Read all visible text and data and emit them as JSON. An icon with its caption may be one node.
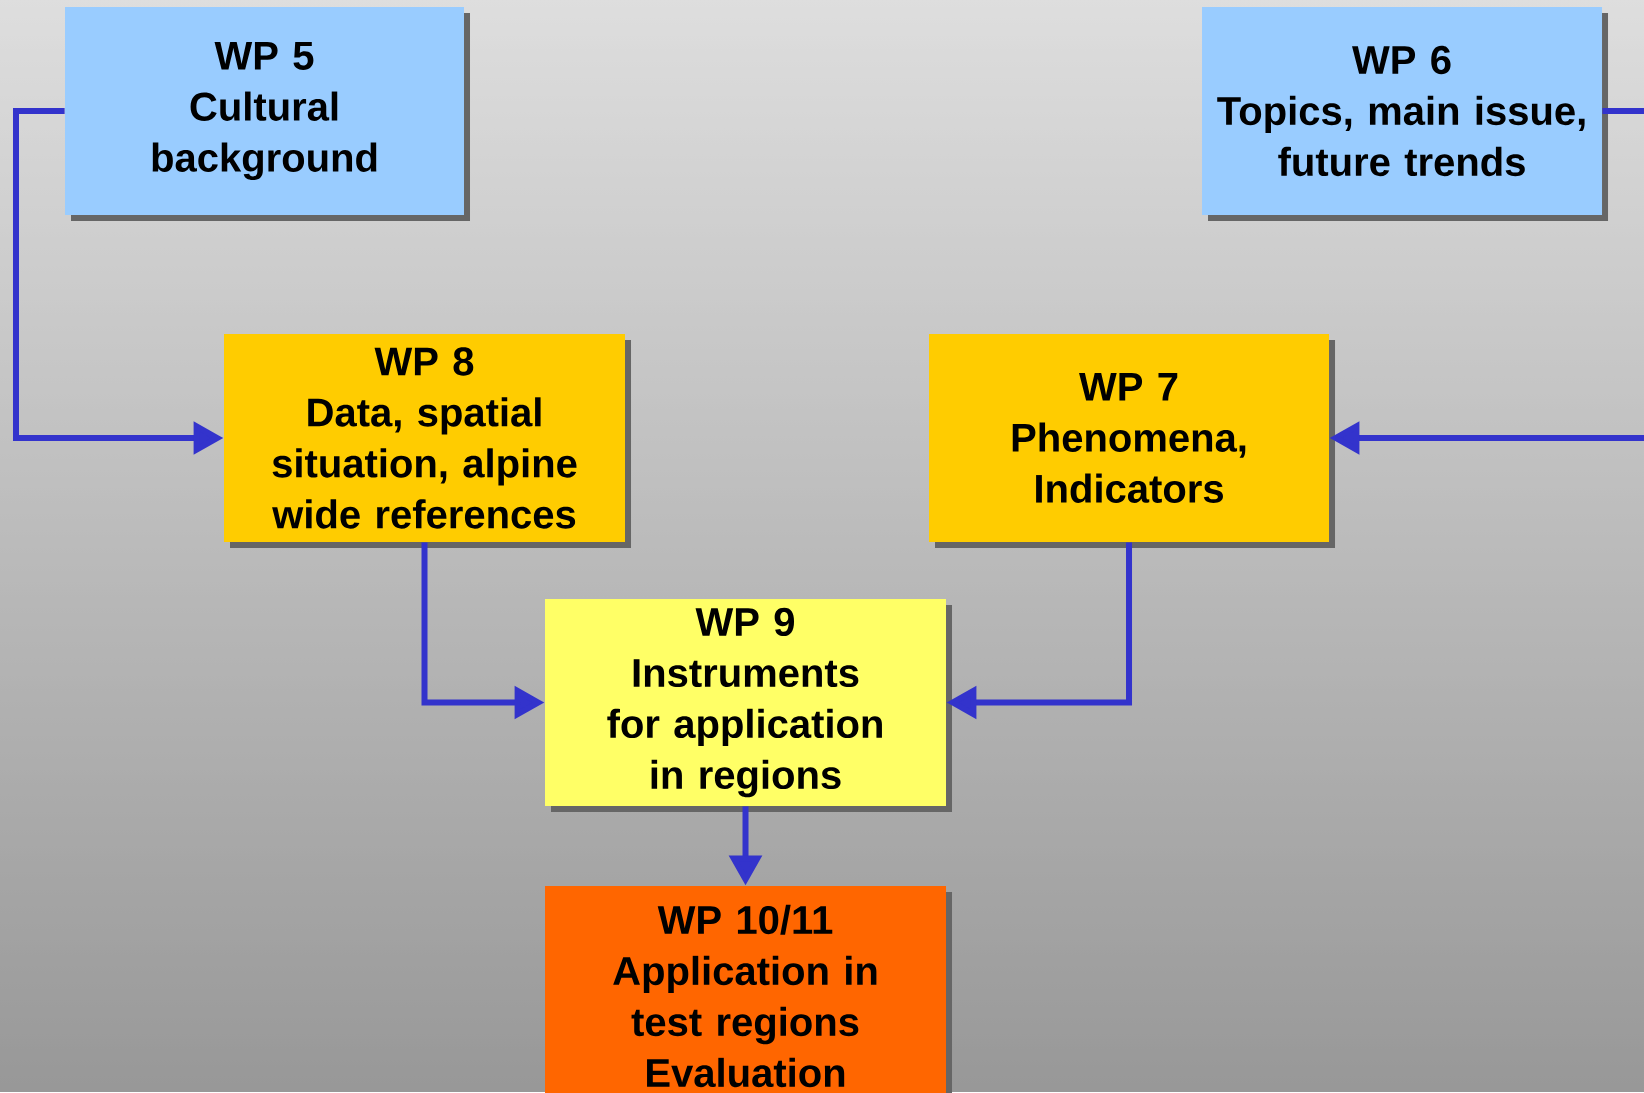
{
  "diagram": {
    "nodes": [
      {
        "text": [
          "WP 5",
          "Cultural background"
        ]
      },
      {
        "text": [
          "WP 6",
          "Topics, main issue, future trends"
        ]
      },
      {
        "text": [
          "WP 8",
          "Data, spatial situation, alpine wide references"
        ]
      },
      {
        "text": [
          "WP 7",
          "Phenomena, Indicators"
        ]
      },
      {
        "text": [
          "WP 9",
          "Instruments for application in regions"
        ]
      },
      {
        "text": [
          "WP 10/11",
          "Application in test regions",
          "Evaluation"
        ]
      }
    ],
    "edges": [
      {
        "from": 0,
        "to": 2,
        "arrow": "to"
      },
      {
        "from": 1,
        "to": 3,
        "arrow": "to"
      },
      {
        "from": 2,
        "to": 4,
        "arrow": "to"
      },
      {
        "from": 3,
        "to": 4,
        "arrow": "to"
      },
      {
        "from": 4,
        "to": 5,
        "arrow": "to"
      }
    ]
  }
}
